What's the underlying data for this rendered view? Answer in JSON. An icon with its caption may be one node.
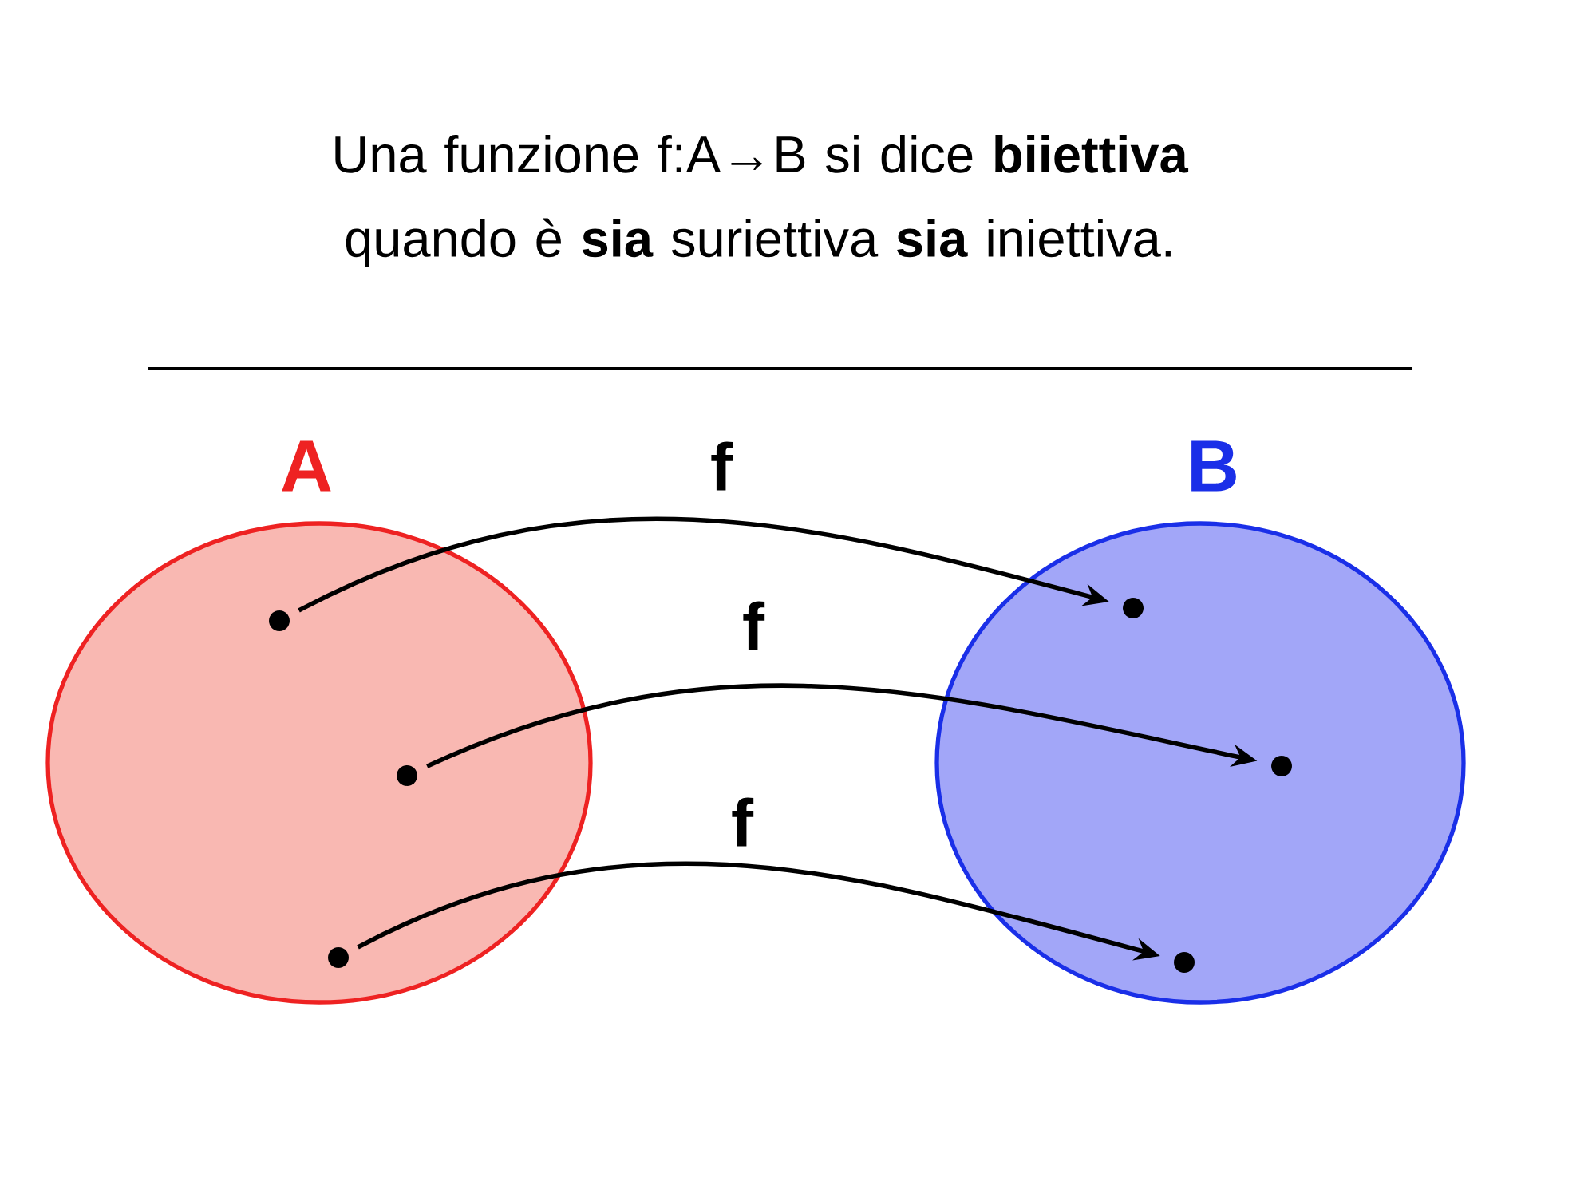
{
  "diagram": {
    "title": "Una funzione f:A→B si dice **biiettiva** quando è **sia** suriettiva **sia** iniettiva.",
    "nodes": [
      {
        "text": [
          "A"
        ]
      },
      {
        "text": [
          "B"
        ]
      },
      {
        "text": [],
        "shape": "circle",
        "in": 0
      },
      {
        "text": [],
        "shape": "circle",
        "in": 0
      },
      {
        "text": [],
        "shape": "circle",
        "in": 0
      },
      {
        "text": [],
        "shape": "circle",
        "in": 1
      },
      {
        "text": [],
        "shape": "circle",
        "in": 1
      },
      {
        "text": [],
        "shape": "circle",
        "in": 1
      }
    ],
    "edges": [
      {
        "from": 2,
        "to": 5,
        "arrow": "to",
        "label": "f"
      },
      {
        "from": 3,
        "to": 6,
        "arrow": "to",
        "label": "f"
      },
      {
        "from": 4,
        "to": 7,
        "arrow": "to",
        "label": "f"
      }
    ]
  }
}
